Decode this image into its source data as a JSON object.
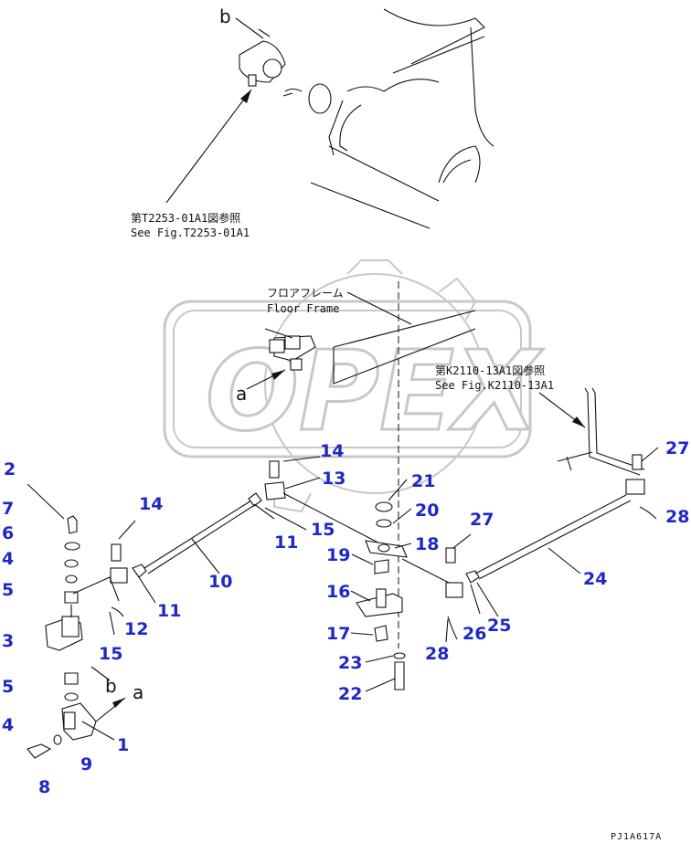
{
  "watermark": "OPEX",
  "drawing_code": "PJ1A617A",
  "refs": {
    "fig_t2253_jp": "第T2253-01A1図参照",
    "fig_t2253_en": "See Fig.T2253-01A1",
    "floor_frame_jp": "フロアフレーム",
    "floor_frame_en": "Floor Frame",
    "fig_k2110_jp": "第K2110-13A1図参照",
    "fig_k2110_en": "See Fig.K2110-13A1"
  },
  "letters": {
    "b_top": "b",
    "a_mid": "a",
    "b_low": "b",
    "a_low": "a"
  },
  "part_numbers": {
    "p2": "2",
    "p7": "7",
    "p6": "6",
    "p4a": "4",
    "p5a": "5",
    "p3": "3",
    "p5b": "5",
    "p4b": "4",
    "p8": "8",
    "p9": "9",
    "p1": "1",
    "p14a": "14",
    "p12": "12",
    "p11a": "11",
    "p15a": "15",
    "p10": "10",
    "p14b": "14",
    "p13": "13",
    "p11b": "11",
    "p15b": "15",
    "p21": "21",
    "p20": "20",
    "p18": "18",
    "p19": "19",
    "p16": "16",
    "p17": "17",
    "p23": "23",
    "p22": "22",
    "p27a": "27",
    "p28a": "28",
    "p24": "24",
    "p25": "25",
    "p26": "26",
    "p28b": "28",
    "p27b": "27"
  }
}
